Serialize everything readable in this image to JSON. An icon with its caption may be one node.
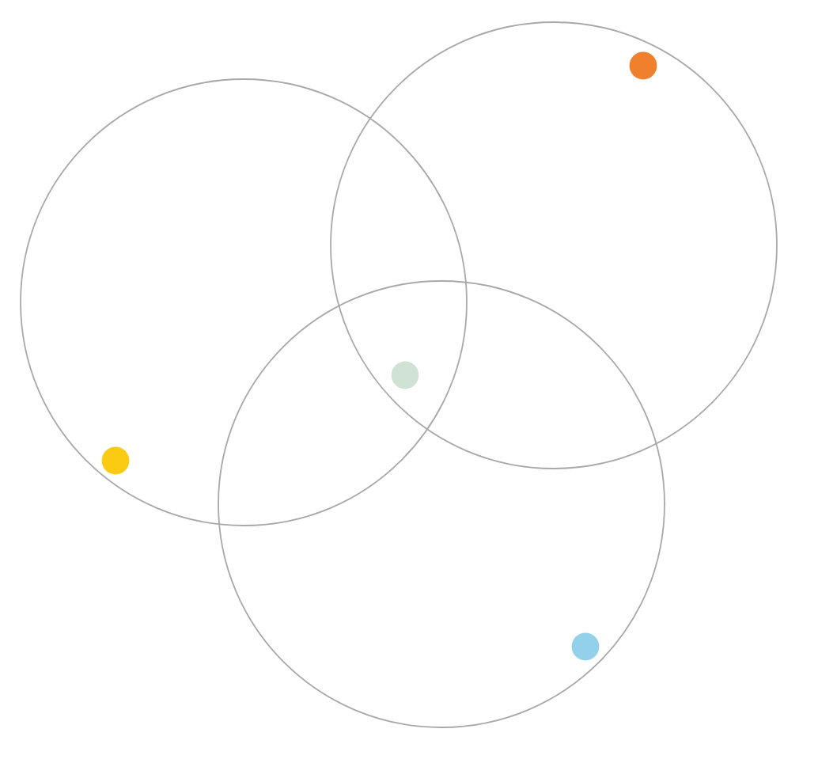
{
  "diagram": {
    "nodes": [
      {
        "text": [],
        "shape": "circle"
      },
      {
        "text": [],
        "shape": "circle"
      },
      {
        "text": [],
        "shape": "circle"
      },
      {
        "text": [],
        "shape": "dot",
        "in": 1
      },
      {
        "text": [],
        "shape": "dot"
      },
      {
        "text": [],
        "shape": "dot",
        "in": 0
      },
      {
        "text": [],
        "shape": "dot",
        "in": 2
      }
    ]
  }
}
